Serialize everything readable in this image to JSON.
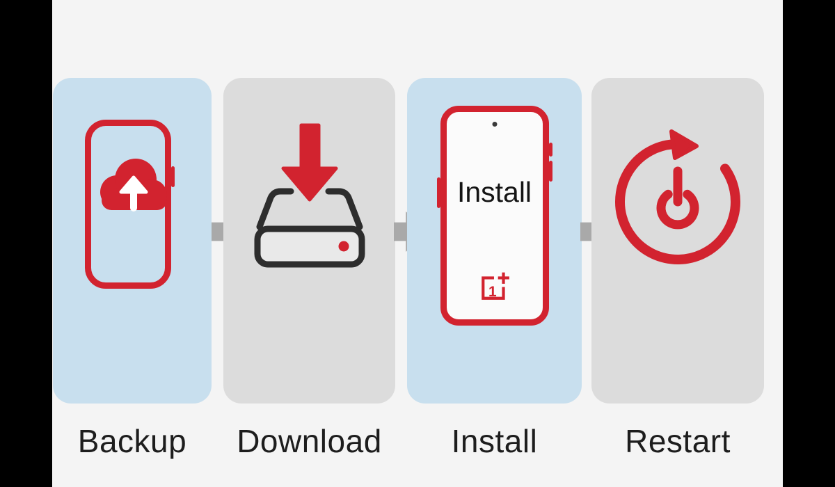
{
  "steps": [
    {
      "label": "Backup",
      "icon": "phone-cloud-upload-icon",
      "card_color": "#c8dfee"
    },
    {
      "label": "Download",
      "icon": "download-drive-icon",
      "card_color": "#dcdcdc"
    },
    {
      "label": "Install",
      "icon": "phone-install-icon",
      "card_color": "#c8dfee",
      "screen_text": "Install",
      "logo_digit": "1"
    },
    {
      "label": "Restart",
      "icon": "restart-power-icon",
      "card_color": "#dcdcdc"
    }
  ],
  "connector": {
    "icon": "right-block-arrow-icon",
    "color": "#a9a9a9"
  },
  "colors": {
    "background": "#f4f4f4",
    "side_bars": "#000000",
    "card_blue": "#c8dfee",
    "card_gray": "#dcdcdc",
    "accent_red": "#d2232f",
    "icon_dark": "#2d2d2d",
    "label_text": "#1d1d1d"
  }
}
